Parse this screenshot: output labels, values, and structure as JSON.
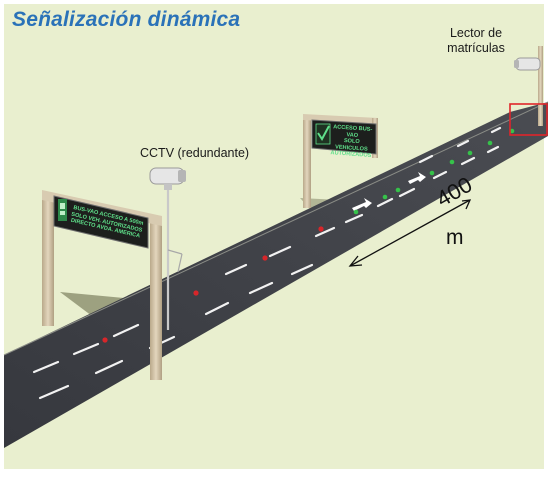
{
  "title": "Señalización dinámica",
  "labels": {
    "cctv": "CCTV (redundante)",
    "plate_reader_line1": "Lector de",
    "plate_reader_line2": "matrículas",
    "distance_value": "400",
    "distance_unit": "m"
  },
  "signs": {
    "sign_left": "BUS-VAO ACCESO A 500m\nSOLO VEH. AUTORIZADOS\nDIRECTO AVDA. AMERICA",
    "sign_right": "ACCESO BUS-VAO\nSOLO VEHICULOS\nAUTORIZADOS"
  },
  "colors": {
    "title": "#2a72b8",
    "background": "#e9efcf",
    "road": "#3b3d44",
    "lane_markers_red": "#d7262a",
    "lane_markers_green": "#36c24a",
    "sign_text": "#5fe08a",
    "camera_zone_frame": "#e0252a"
  },
  "icons": [
    "cctv-camera-icon",
    "plate-reader-camera-icon",
    "check-mark-icon",
    "bus-icon"
  ]
}
